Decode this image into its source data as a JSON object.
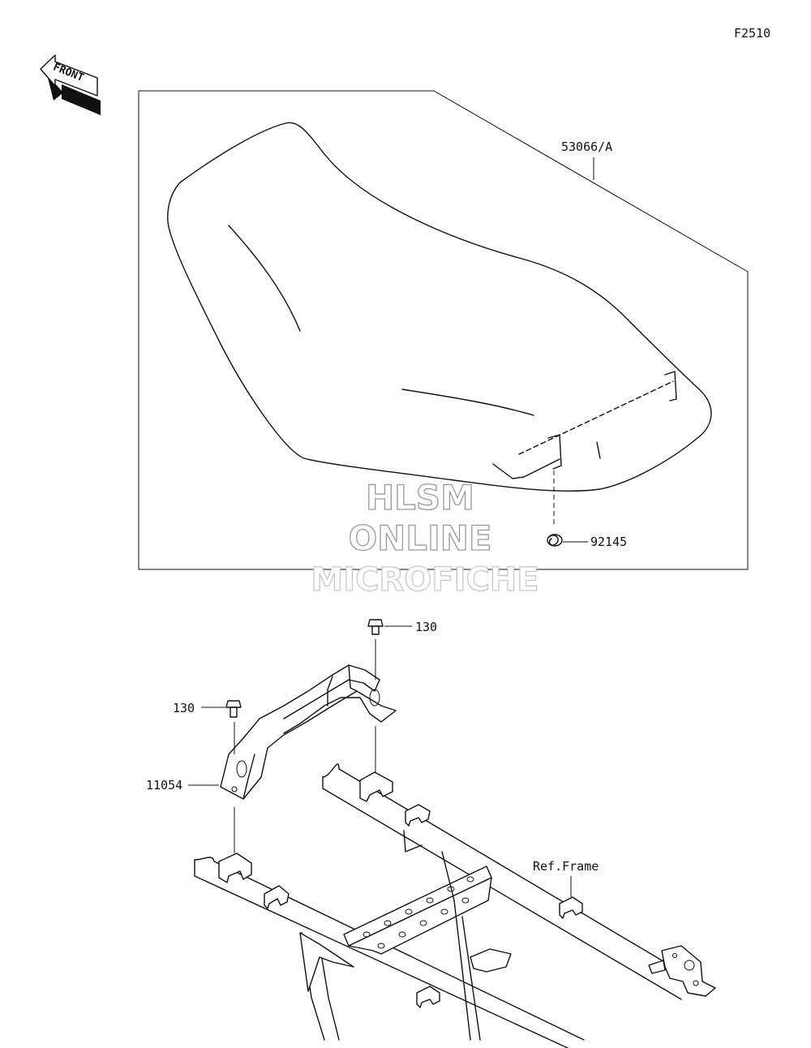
{
  "diagram": {
    "figure_code": "F2510",
    "front_label": "FRONT",
    "parts": {
      "seat": "53066/A",
      "clip": "92145",
      "bolt_top": "130",
      "bolt_left": "130",
      "bracket": "11054",
      "frame_ref": "Ref.Frame"
    },
    "watermark": [
      "HLSM",
      "ONLINE",
      "MICROFICHE"
    ]
  }
}
